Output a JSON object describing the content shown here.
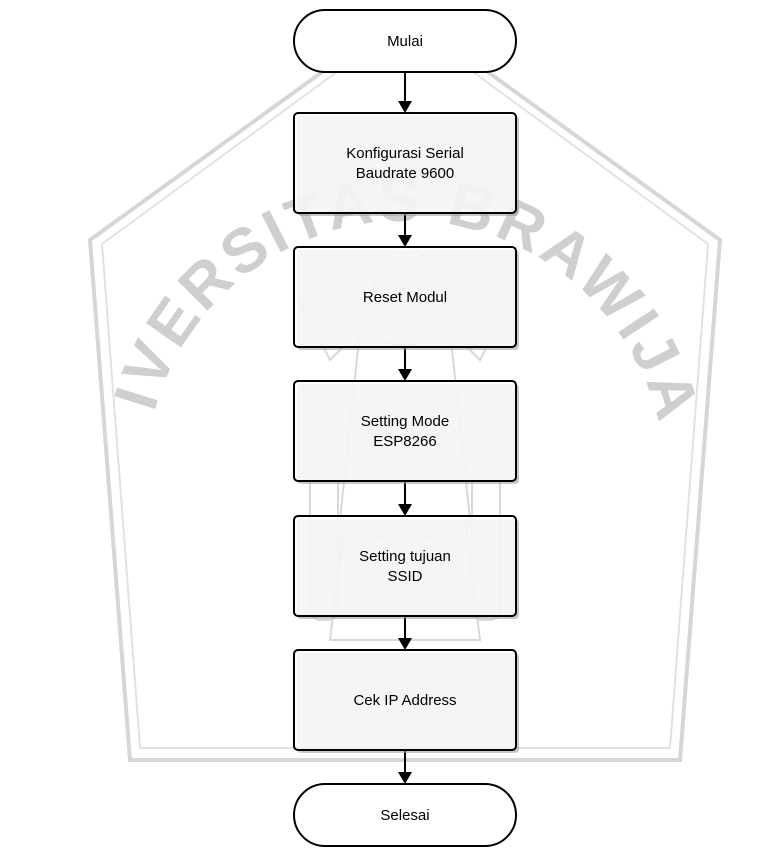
{
  "watermark": {
    "text": "UNIVERSITAS BRAWIJAYA",
    "color": "#cfcfcf"
  },
  "flowchart": {
    "line_color": "#000000",
    "node_fill": "#ffffff",
    "nodes": [
      {
        "id": "start",
        "shape": "terminator",
        "lines": [
          "Mulai"
        ]
      },
      {
        "id": "serial-config",
        "shape": "process",
        "lines": [
          "Konfigurasi Serial",
          "Baudrate 9600"
        ]
      },
      {
        "id": "reset-module",
        "shape": "process",
        "lines": [
          "Reset Modul"
        ]
      },
      {
        "id": "set-mode",
        "shape": "process",
        "lines": [
          "Setting Mode",
          "ESP8266"
        ]
      },
      {
        "id": "set-ssid",
        "shape": "process",
        "lines": [
          "Setting tujuan",
          "SSID"
        ]
      },
      {
        "id": "check-ip",
        "shape": "process",
        "lines": [
          "Cek IP Address"
        ]
      },
      {
        "id": "end",
        "shape": "terminator",
        "lines": [
          "Selesai"
        ]
      }
    ],
    "edges": [
      [
        "start",
        "serial-config"
      ],
      [
        "serial-config",
        "reset-module"
      ],
      [
        "reset-module",
        "set-mode"
      ],
      [
        "set-mode",
        "set-ssid"
      ],
      [
        "set-ssid",
        "check-ip"
      ],
      [
        "check-ip",
        "end"
      ]
    ]
  }
}
